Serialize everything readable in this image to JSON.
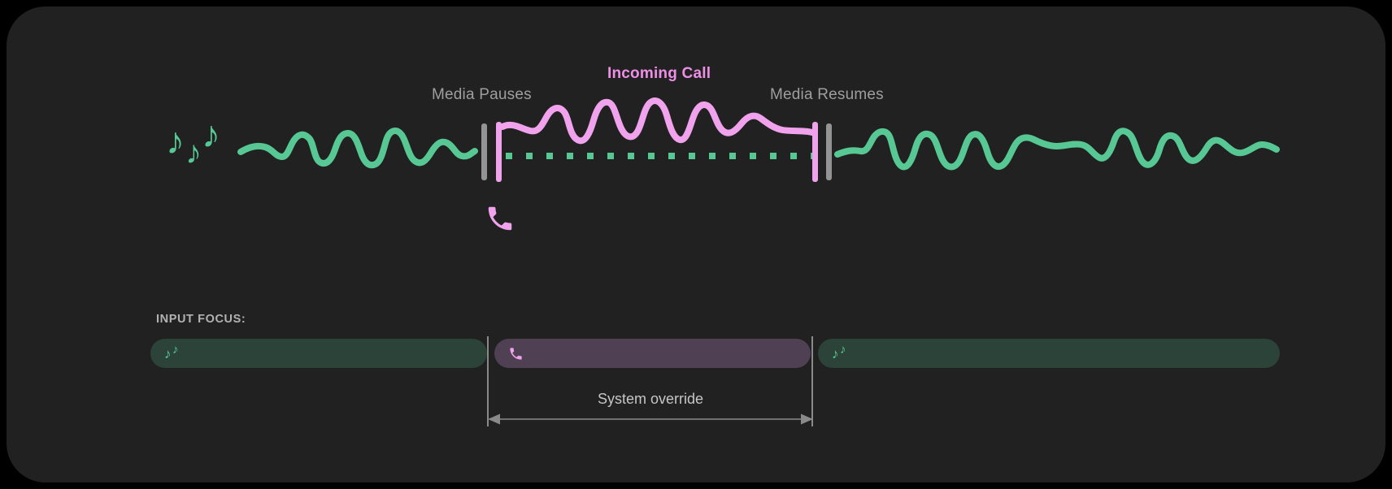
{
  "colors": {
    "page_background": "#000000",
    "card_background": "#212121",
    "media_green": "#57C793",
    "media_green_dark": "#2C4339",
    "call_pink": "#F0A3EC",
    "call_pink_text": "#EE8FE6",
    "call_purple_dark": "#4F4153",
    "marker_gray": "#949494",
    "label_gray": "#9E9E9E",
    "focus_label_gray": "#B2B2B2",
    "override_gray": "#C6C6C6",
    "arrow_gray": "#8A8A8A"
  },
  "timeline": {
    "media_pauses_label": "Media Pauses",
    "incoming_call_label": "Incoming Call",
    "media_resumes_label": "Media Resumes"
  },
  "input_focus": {
    "label": "INPUT FOCUS:",
    "override_label": "System override",
    "segments": [
      {
        "name": "media-before-call",
        "icon": "music-notes-icon"
      },
      {
        "name": "incoming-call",
        "icon": "phone-icon"
      },
      {
        "name": "media-after-call",
        "icon": "music-notes-icon"
      }
    ]
  },
  "icons": {
    "music_note_glyph": "♪"
  }
}
